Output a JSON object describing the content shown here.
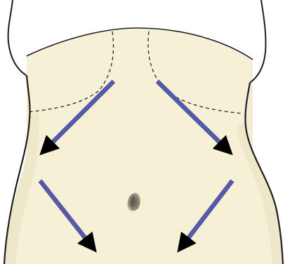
{
  "colors": {
    "background": "#ffffff",
    "skin": "#f6f0d6",
    "skin_shadow": "#e8dfbf",
    "outline": "#1e1e1e",
    "dashed_line": "#2a2a2a",
    "arrow": "#5559a8",
    "navel": "#7d7466"
  },
  "arrows": [
    {
      "name": "upper-left-arrow",
      "direction": "down-left"
    },
    {
      "name": "upper-right-arrow",
      "direction": "down-right"
    },
    {
      "name": "lower-left-arrow",
      "direction": "down-right"
    },
    {
      "name": "lower-right-arrow",
      "direction": "down-left"
    }
  ]
}
